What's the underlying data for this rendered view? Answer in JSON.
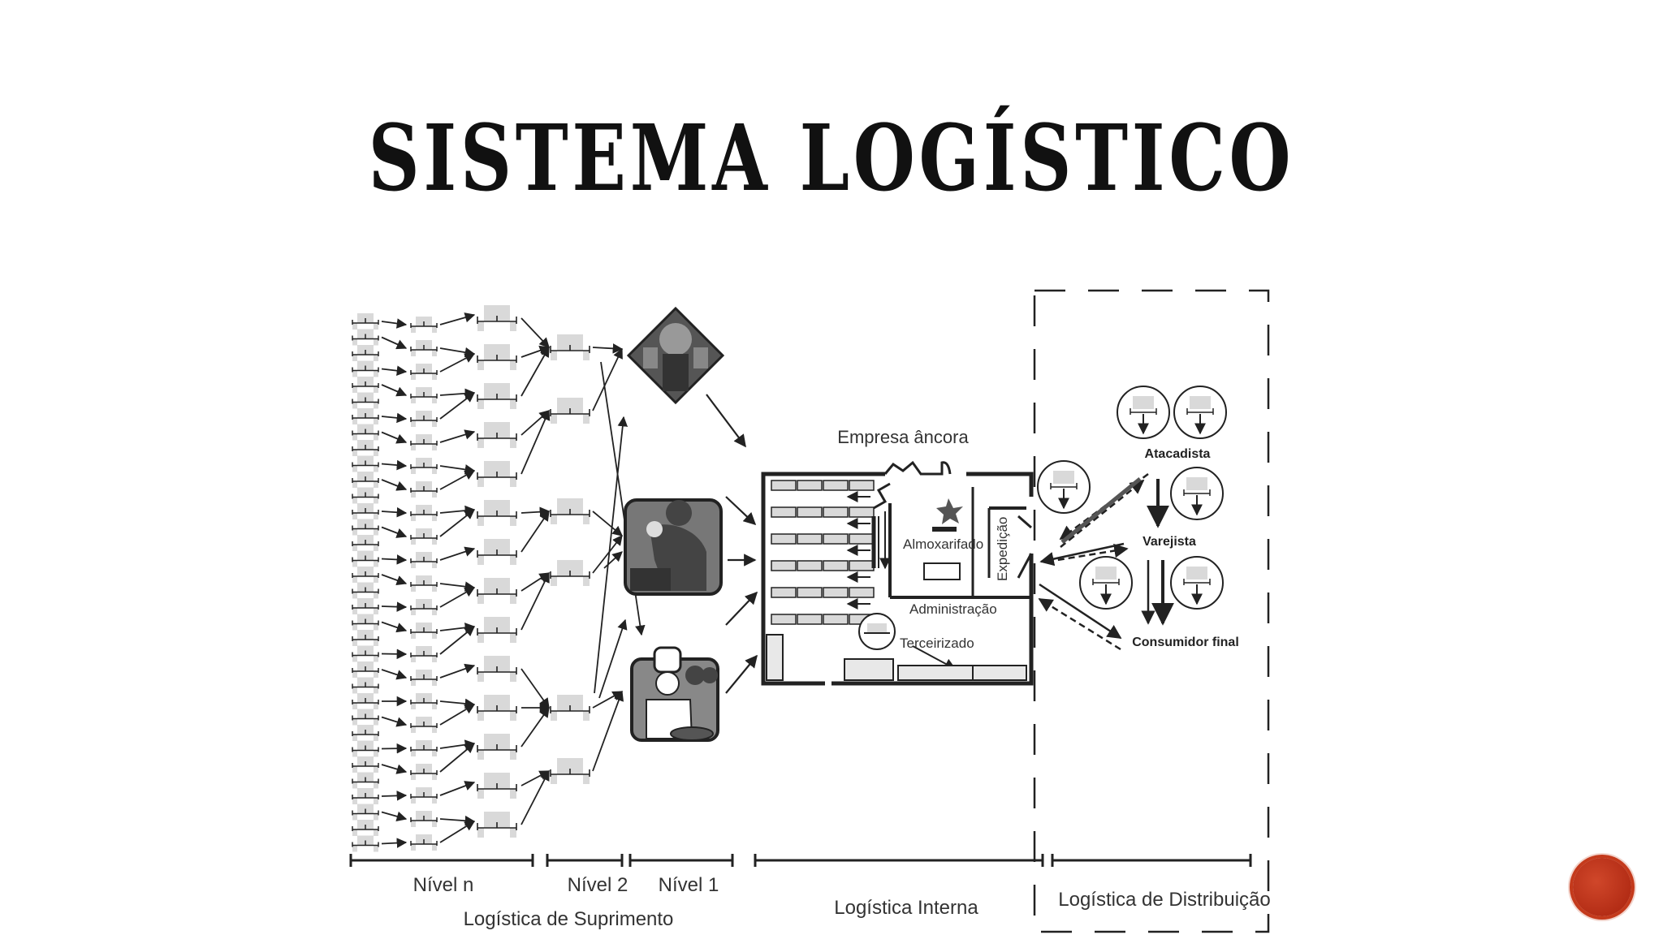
{
  "slide": {
    "title": "Sistema Logístico"
  },
  "diagram": {
    "anchor_company": "Empresa âncora",
    "warehouse_rooms": {
      "storeroom": "Almoxarifado",
      "shipping": "Expedição",
      "administration": "Administração",
      "outsourced": "Terceirizado"
    },
    "distribution_nodes": {
      "wholesaler": "Atacadista",
      "retailer": "Varejista",
      "final_consumer": "Consumidor final"
    },
    "levels": {
      "level_n": "Nível n",
      "level_2": "Nível 2",
      "level_1": "Nível 1"
    },
    "segments": {
      "supply": "Logística de Suprimento",
      "internal": "Logística Interna",
      "distribution": "Logística de Distribuição"
    }
  },
  "colors": {
    "accent_button": "#b92b12",
    "line": "#222222",
    "factory_gray": "#d9d9d9"
  }
}
